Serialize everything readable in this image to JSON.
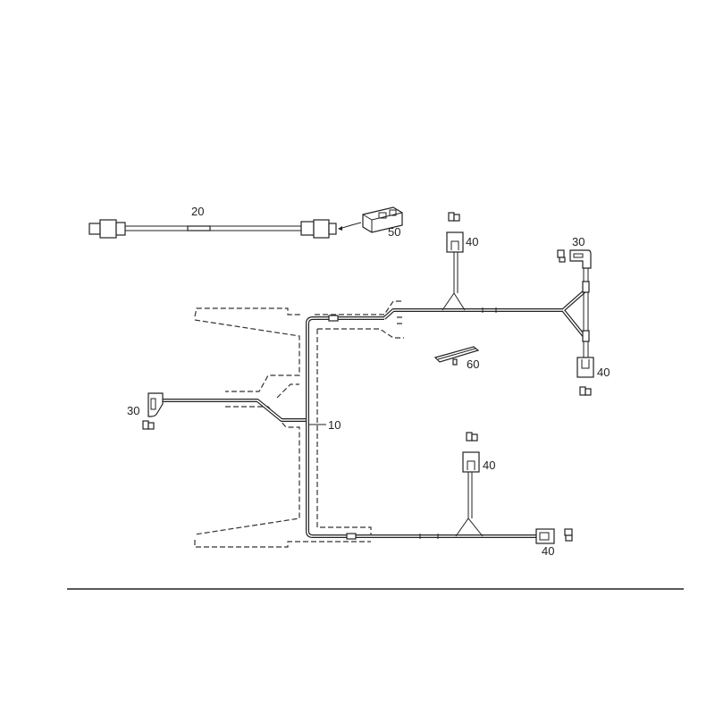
{
  "diagram": {
    "callouts": {
      "cable_20": "20",
      "adapter_50": "50",
      "connector_40_top": "40",
      "connector_30_right": "30",
      "connector_40_right": "40",
      "clip_60": "60",
      "connector_30_left": "30",
      "harness_10": "10",
      "connector_40_bottom": "40",
      "connector_40_bottom_right": "40"
    }
  }
}
